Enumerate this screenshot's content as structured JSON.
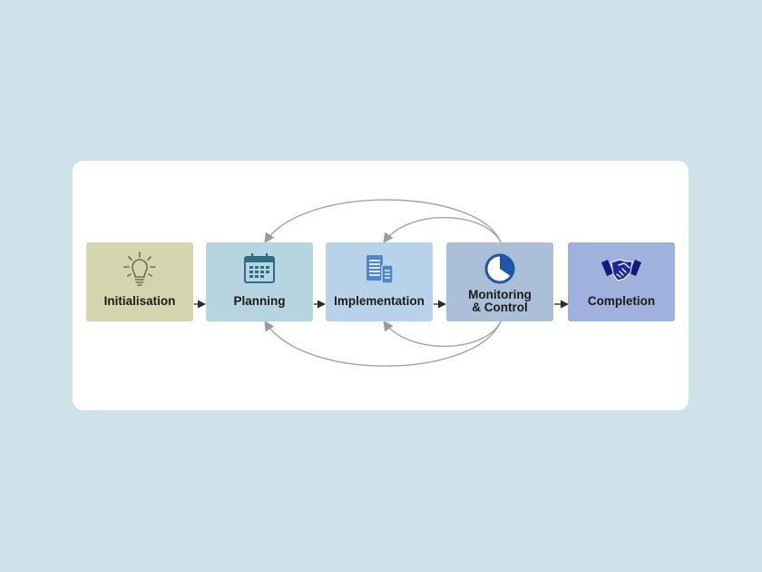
{
  "diagram": {
    "stages": [
      {
        "id": "initialisation",
        "label": "Initialisation",
        "icon": "lightbulb-icon",
        "color": "#d4d5ae"
      },
      {
        "id": "planning",
        "label": "Planning",
        "icon": "calendar-icon",
        "color": "#b7d5e1"
      },
      {
        "id": "implementation",
        "label": "Implementation",
        "icon": "documents-icon",
        "color": "#b8d3e9"
      },
      {
        "id": "monitoring",
        "label_line1": "Monitoring",
        "label_line2": "& Control",
        "icon": "pie-chart-icon",
        "color": "#abc0d8"
      },
      {
        "id": "completion",
        "label": "Completion",
        "icon": "handshake-icon",
        "color": "#9fb1dd"
      }
    ],
    "feedback_loops": [
      "monitoring-to-planning",
      "monitoring-to-implementation"
    ]
  }
}
